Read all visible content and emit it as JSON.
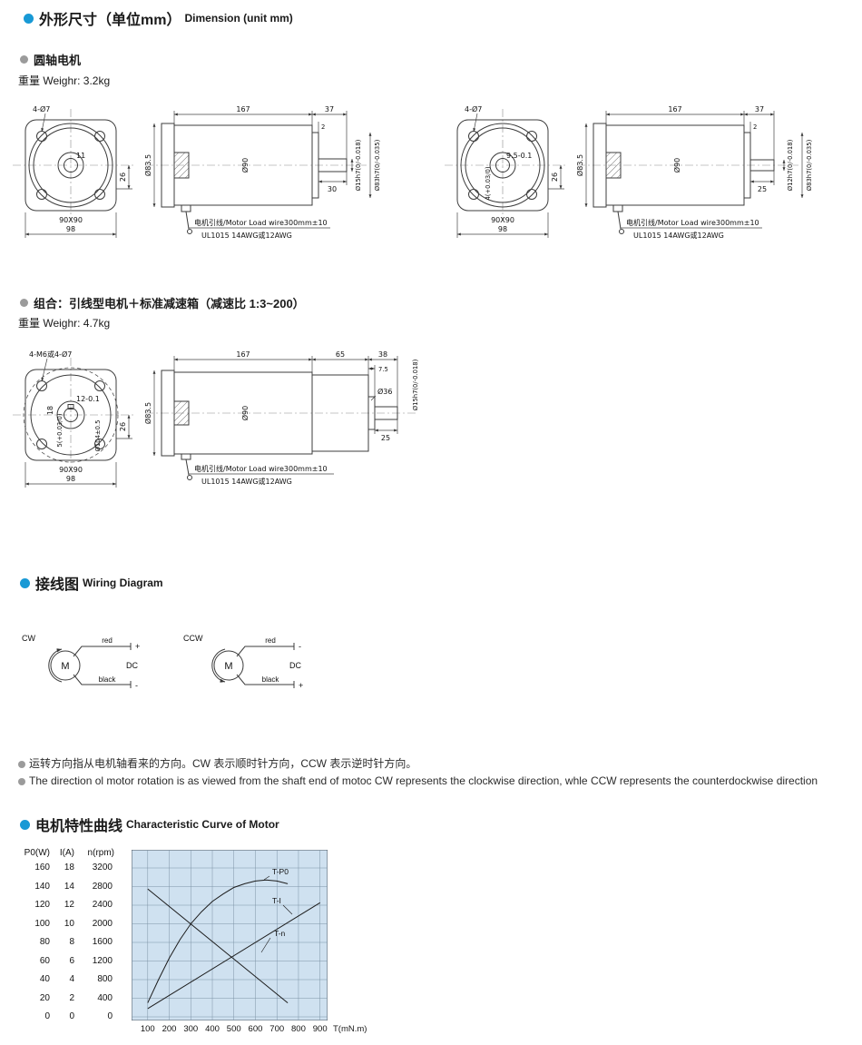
{
  "colors": {
    "accent_blue": "#1899d5",
    "bullet_gray": "#9b9b9b"
  },
  "header": {
    "title_cn": "外形尺寸（单位mm）",
    "title_en": "Dimension (unit mm)"
  },
  "round_shaft": {
    "label": "圆轴电机",
    "weight": "重量 Weighr: 3.2kg"
  },
  "combo": {
    "label": "组合：引线型电机＋标准减速箱（减速比 1:3~200）",
    "weight": "重量 Weighr: 4.7kg"
  },
  "motor1": {
    "holes": "4-Ø7",
    "center_dim": "11",
    "dim_26": "26",
    "square": "90X90",
    "dim_98": "98",
    "len_body": "167",
    "len_end": "37",
    "len_step": "2",
    "dia_flange": "Ø83.5",
    "dia_body": "Ø90",
    "len_shaft": "30",
    "dia_shaft": "Ø15h7(0/-0.018)",
    "dia_pilot": "Ø83h7(0/-0.035)",
    "wire_line1": "电机引线/Motor Load wire300mm±10",
    "wire_line2": "UL1015 14AWG或12AWG"
  },
  "motor2": {
    "holes": "4-Ø7",
    "center_dim": "9.5-0.1",
    "key_dim": "4(+0.03/0)",
    "dim_26": "26",
    "square": "90X90",
    "dim_98": "98",
    "len_body": "167",
    "len_end": "37",
    "len_step": "2",
    "dia_flange": "Ø83.5",
    "dia_body": "Ø90",
    "len_shaft": "25",
    "dia_shaft": "Ø12h7(0/-0.018)",
    "dia_pilot": "Ø83h7(0/-0.035)",
    "wire_line1": "电机引线/Motor Load wire300mm±10",
    "wire_line2": "UL1015 14AWG或12AWG"
  },
  "motor3": {
    "holes": "4-M6或4-Ø7",
    "key_len": "12-0.1",
    "dim_18": "18",
    "key_w": "5(+0.03/0)",
    "bolt_circle": "Ø104±0.5",
    "dim_26": "26",
    "square": "90X90",
    "dim_98": "98",
    "len_body": "167",
    "len_gearbox": "65",
    "len_end": "38",
    "len_boss": "7.5",
    "dia_flange": "Ø83.5",
    "dia_body": "Ø90",
    "dia_boss": "Ø36",
    "len_shaft": "25",
    "dia_shaft": "Ø15h7(0/-0.018)",
    "wire_line1": "电机引线/Motor Load wire300mm±10",
    "wire_line2": "UL1015 14AWG或12AWG"
  },
  "wiring": {
    "title_cn": "接线图",
    "title_en": "Wiring Diagram",
    "cw": {
      "label": "CW",
      "motor": "M",
      "top_wire": "red",
      "top_sign": "+",
      "bottom_wire": "black",
      "bottom_sign": "-",
      "supply": "DC"
    },
    "ccw": {
      "label": "CCW",
      "motor": "M",
      "top_wire": "red",
      "top_sign": "-",
      "bottom_wire": "black",
      "bottom_sign": "+",
      "supply": "DC"
    },
    "note_cn": "运转方向指从电机轴看来的方向。CW 表示顺时针方向，CCW 表示逆时针方向。",
    "note_en": "The direction ol motor rotation is as viewed from the shaft end of motoc CW represents the clockwise direction, whle CCW represents the counterdockwise direction"
  },
  "curve_section": {
    "title_cn": "电机特性曲线",
    "title_en": "Characteristic Curve of Motor"
  },
  "chart_data": {
    "type": "line",
    "title": "电机特性曲线 Characteristic Curve of Motor",
    "xlabel": "T(mN.m)",
    "x_ticks": [
      100,
      200,
      300,
      400,
      500,
      600,
      700,
      800,
      900
    ],
    "x_range": [
      25,
      935
    ],
    "grid": true,
    "plot_bg": "#cfe1f0",
    "grid_color": "#7d93a6",
    "legend_position": "inside-right",
    "axes": [
      {
        "name": "P0(W)",
        "ticks": [
          160,
          140,
          120,
          100,
          80,
          60,
          40,
          20,
          0
        ]
      },
      {
        "name": "I(A)",
        "ticks": [
          18,
          14,
          12,
          10,
          8,
          6,
          4,
          2,
          0
        ]
      },
      {
        "name": "n(rpm)",
        "ticks": [
          3200,
          2800,
          2400,
          2000,
          1600,
          1200,
          800,
          400,
          0
        ]
      }
    ],
    "series": [
      {
        "name": "T-P0",
        "axis": "P0(W)",
        "x": [
          100,
          150,
          200,
          250,
          300,
          350,
          400,
          450,
          500,
          550,
          600,
          650,
          700,
          750
        ],
        "values": [
          15,
          40,
          63,
          83,
          100,
          113,
          124,
          132,
          139,
          143,
          146,
          147,
          146,
          143
        ]
      },
      {
        "name": "T-I",
        "axis": "I(A)",
        "x": [
          100,
          900
        ],
        "values": [
          1,
          13.8
        ]
      },
      {
        "name": "T-n",
        "axis": "n(rpm)",
        "x": [
          100,
          750
        ],
        "values": [
          2750,
          300
        ]
      }
    ]
  }
}
